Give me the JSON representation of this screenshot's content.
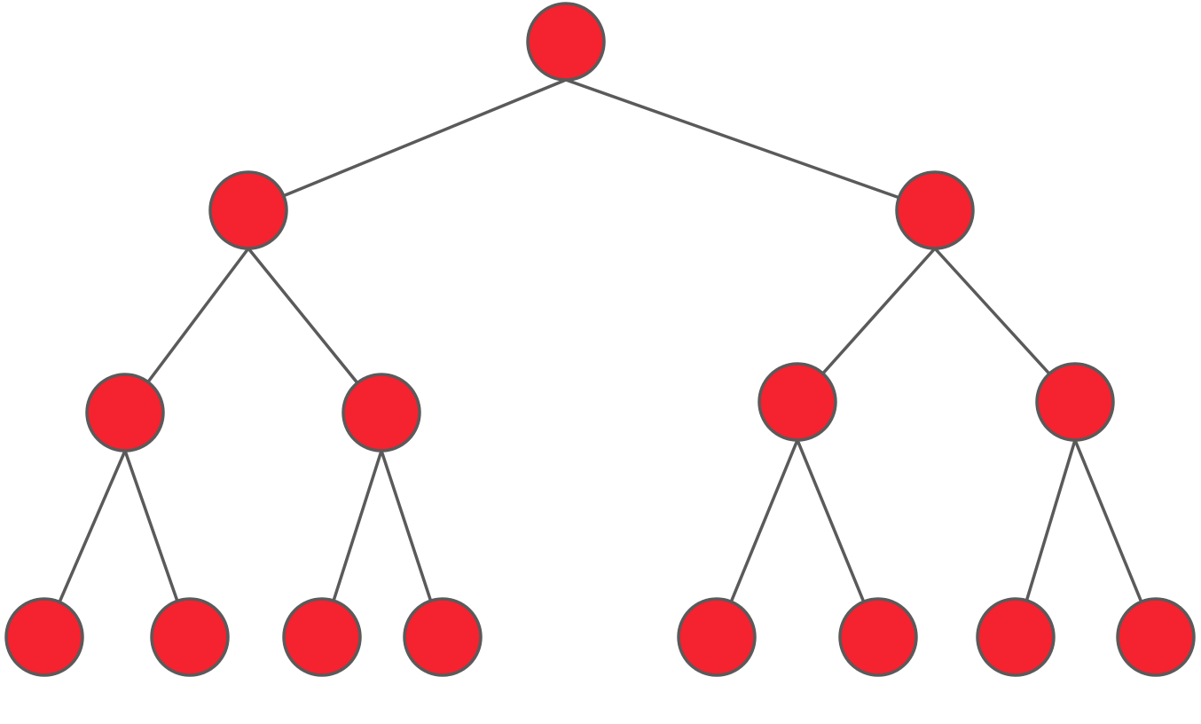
{
  "diagram": {
    "type": "binary-tree",
    "colors": {
      "node_fill": "#f5222f",
      "node_stroke": "#5a5a5a",
      "edge": "#5a5a5a",
      "background": "#ffffff"
    },
    "nodes": [
      "n0",
      "n1",
      "n2",
      "n3",
      "n4",
      "n5",
      "n6",
      "n7",
      "n8",
      "n9",
      "n10",
      "n11",
      "n12",
      "n13",
      "n14"
    ],
    "edges": [
      [
        "n0",
        "n1"
      ],
      [
        "n0",
        "n2"
      ],
      [
        "n1",
        "n3"
      ],
      [
        "n1",
        "n4"
      ],
      [
        "n2",
        "n5"
      ],
      [
        "n2",
        "n6"
      ],
      [
        "n3",
        "n7"
      ],
      [
        "n3",
        "n8"
      ],
      [
        "n4",
        "n9"
      ],
      [
        "n4",
        "n10"
      ],
      [
        "n5",
        "n11"
      ],
      [
        "n5",
        "n12"
      ],
      [
        "n6",
        "n13"
      ],
      [
        "n6",
        "n14"
      ]
    ]
  }
}
